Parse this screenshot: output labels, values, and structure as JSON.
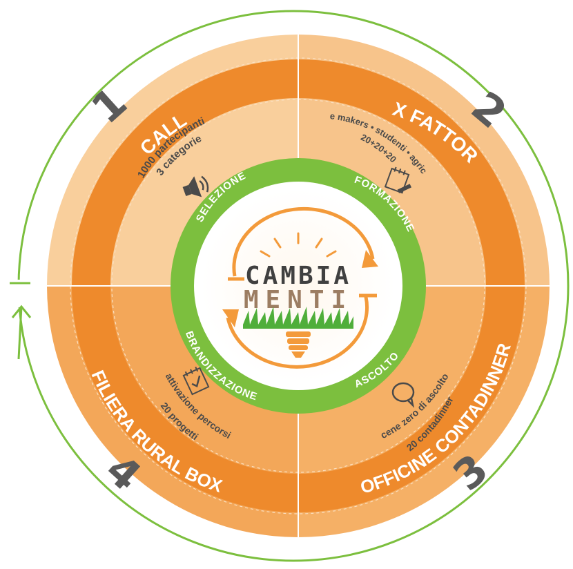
{
  "colors": {
    "light_peach": "#f9cf9c",
    "mid_orange": "#f5b066",
    "dark_orange": "#ee8a2c",
    "green": "#7cbf3e",
    "grey": "#555555"
  },
  "quadrants": [
    {
      "number": "1",
      "title": "CALL",
      "lines": [
        "1000 partecipanti",
        "3 categorie"
      ],
      "icon": "speaker-icon"
    },
    {
      "number": "2",
      "title": "X FATTOR",
      "lines": [
        "20+20+20",
        "change makers • studenti • agricoltori"
      ],
      "icon": "notepad-icon"
    },
    {
      "number": "3",
      "title": "OFFICINE CONTADINNER",
      "lines": [
        "cene zero di ascolto",
        "20 contadinner"
      ],
      "icon": "speech-bubble-icon"
    },
    {
      "number": "4",
      "title": "FILIERA RURAL BOX",
      "lines": [
        "attivazione percorsi",
        "20 progetti"
      ],
      "icon": "checklist-icon"
    }
  ],
  "cycle": [
    "SELEZIONE",
    "FORMAZIONE",
    "ASCOLTO",
    "BRANDIZZAZIONE"
  ],
  "logo": {
    "line1": "CAMBIA",
    "line2": "MENTI"
  }
}
